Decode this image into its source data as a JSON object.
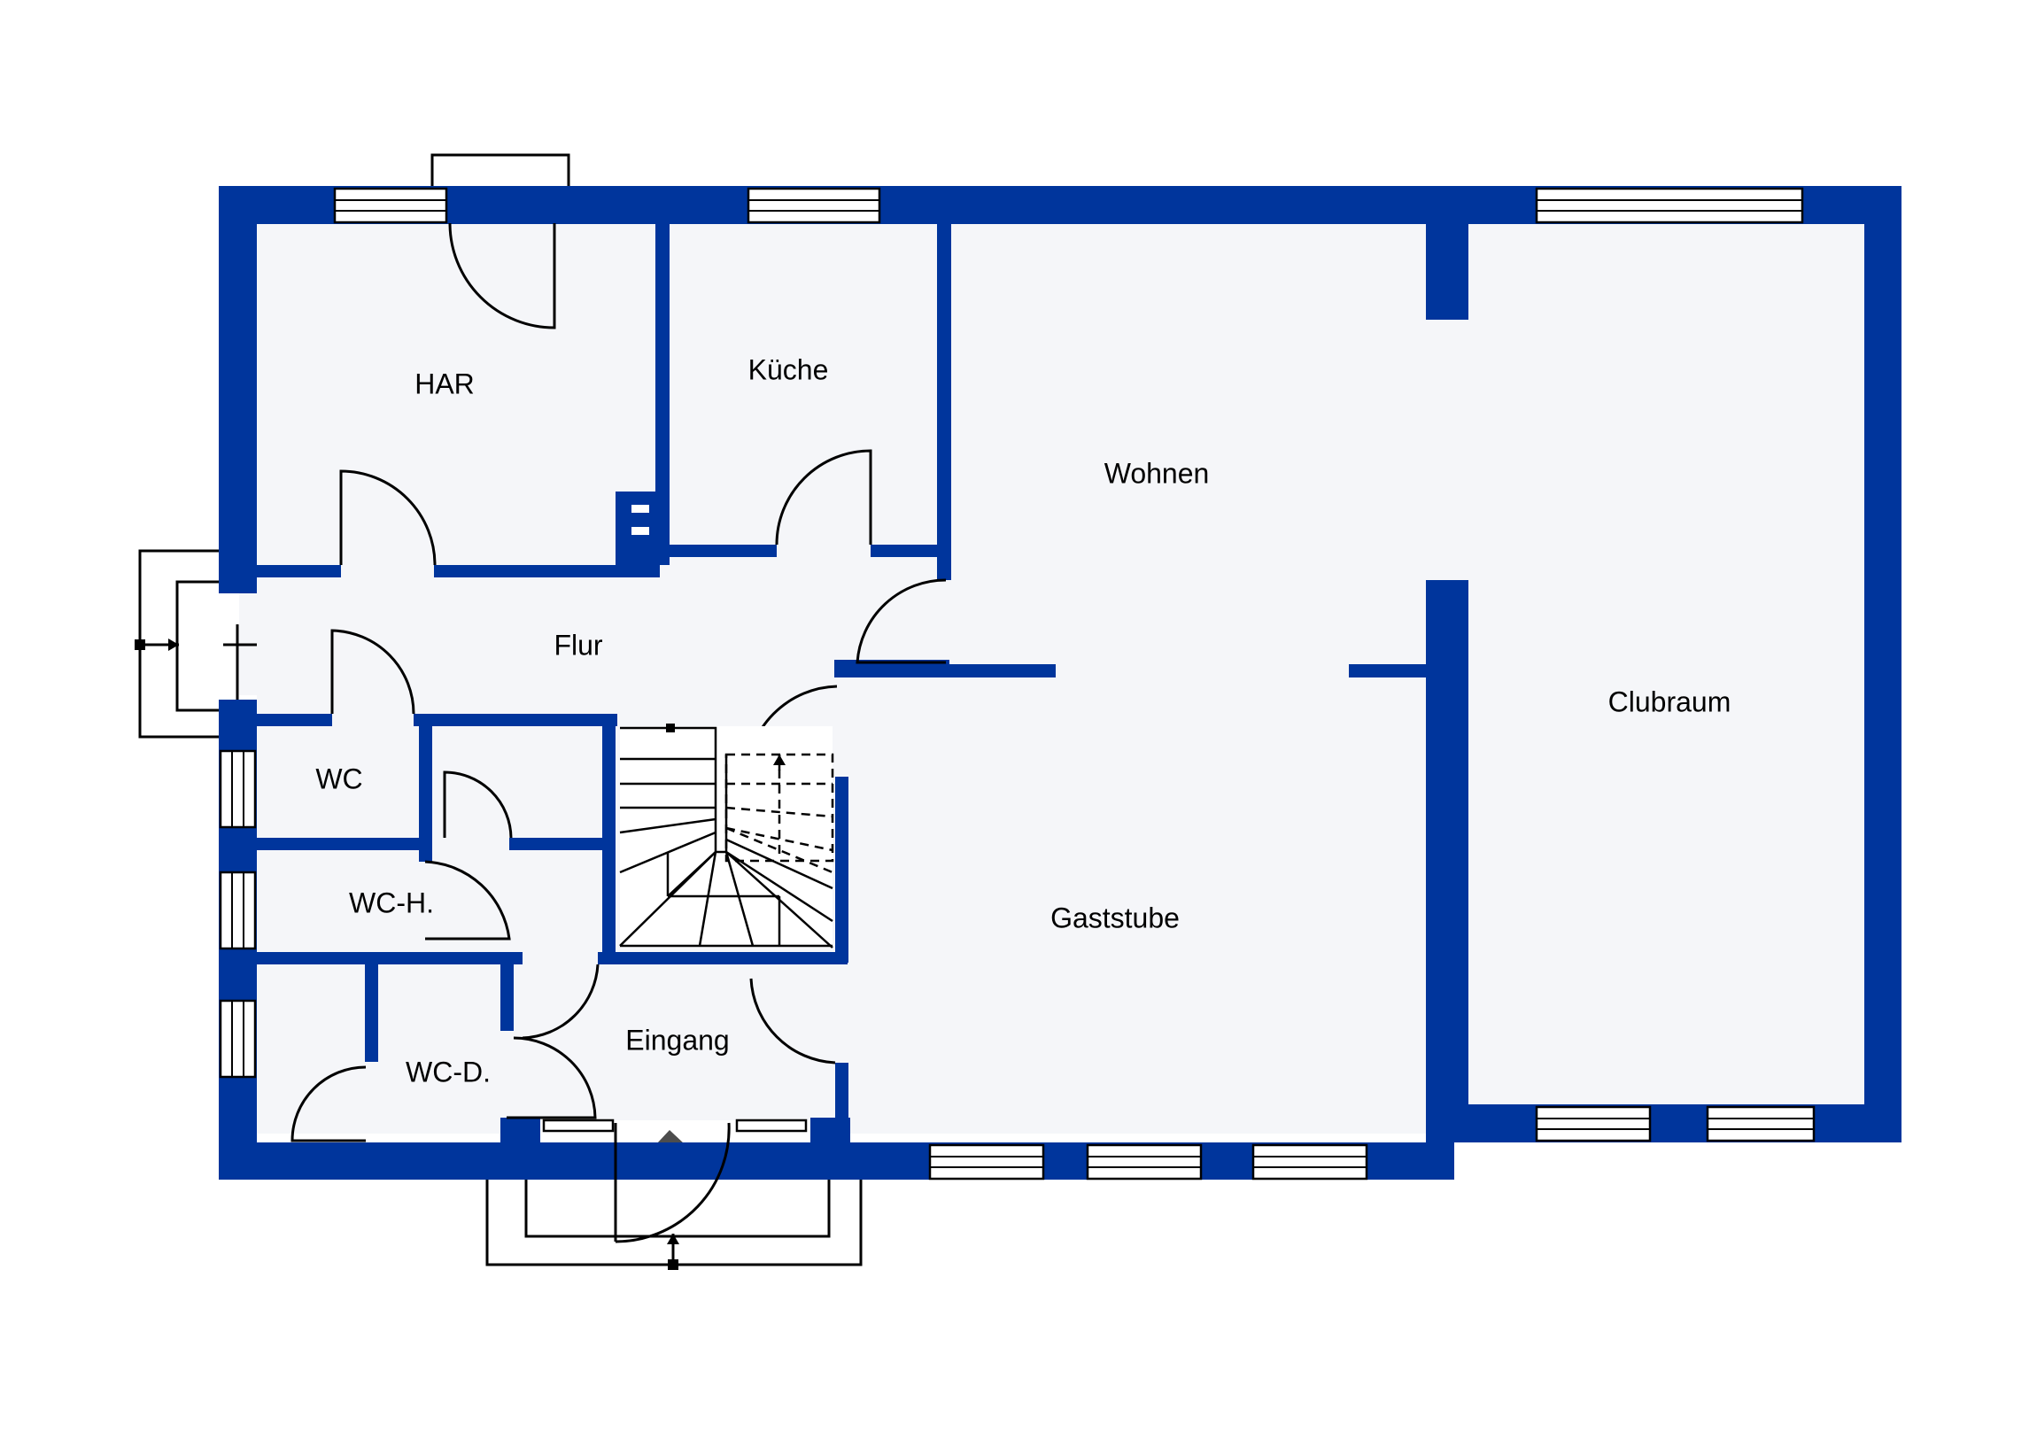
{
  "floorplan": {
    "rooms": [
      {
        "key": "har",
        "label": "HAR"
      },
      {
        "key": "kueche",
        "label": "Küche"
      },
      {
        "key": "wohnen",
        "label": "Wohnen"
      },
      {
        "key": "flur",
        "label": "Flur"
      },
      {
        "key": "clubraum",
        "label": "Clubraum"
      },
      {
        "key": "wc",
        "label": "WC"
      },
      {
        "key": "wc_h",
        "label": "WC-H."
      },
      {
        "key": "gaststube",
        "label": "Gaststube"
      },
      {
        "key": "eingang",
        "label": "Eingang"
      },
      {
        "key": "wc_d",
        "label": "WC-D."
      }
    ],
    "colors": {
      "wall": "#00359c",
      "floor": "#f5f6f9",
      "background": "#ffffff",
      "line": "#000000"
    }
  }
}
